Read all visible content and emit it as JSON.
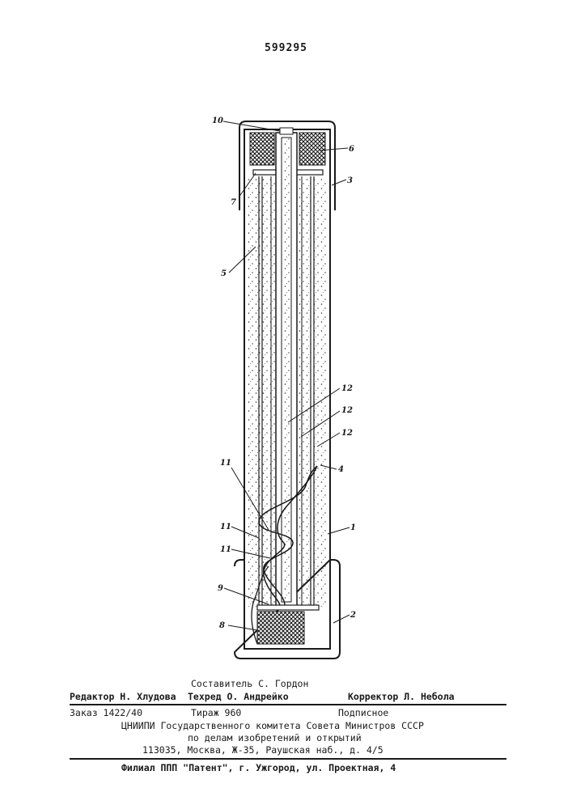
{
  "patent_number": "599295",
  "figure_labels": {
    "l10": "10",
    "l6": "6",
    "l3": "3",
    "l7": "7",
    "l5": "5",
    "l12a": "12",
    "l12b": "12",
    "l12c": "12",
    "l4": "4",
    "l11a": "11",
    "l11b": "11",
    "l11c": "11",
    "l1": "1",
    "l9": "9",
    "l8": "8",
    "l2": "2"
  },
  "footer": {
    "compiler": "Составитель С. Гордон",
    "editor": "Редактор  Н. Хлудова",
    "techred": "Техред О. Андрейко",
    "corrector": "Корректор Л. Небола",
    "order": "Заказ 1422/40",
    "circulation": "Тираж 960",
    "subscription": "Подписное",
    "institute": "ЦНИИПИ Государственного комитета Совета Министров СССР",
    "affairs": "по делам изобретений и открытий",
    "address": "113035, Москва, Ж-35, Раушская наб., д. 4/5",
    "branch": "Филиал ППП \"Патент\", г. Ужгород, ул. Проектная, 4"
  }
}
